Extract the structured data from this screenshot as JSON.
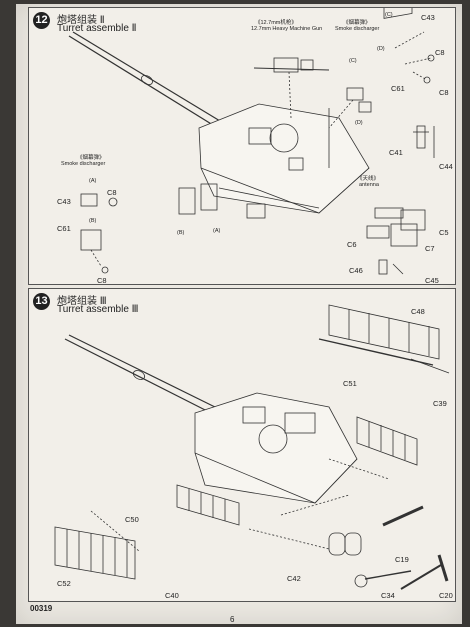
{
  "step12": {
    "number": "12",
    "title_cn": "炮塔组装 Ⅱ",
    "title_en": "Turret assemble Ⅱ",
    "labels": {
      "mg_cn": "《12.7mm机枪》",
      "mg_en": "12.7mm Heavy Machine Gun",
      "sd_right_cn": "《烟幕弹》",
      "sd_right_en": "Smoke discharger",
      "sd_left_cn": "《烟幕弹》",
      "sd_left_en": "Smoke discharger",
      "antenna_cn": "《天线》",
      "antenna_en": "antenna"
    },
    "callouts": {
      "c_top": "(C)",
      "c43_top": "C43",
      "c8_a": "C8",
      "d_mark": "(D)",
      "c61_right": "C61",
      "c8_b": "C8",
      "c_mark": "(C)",
      "d_mark2": "(D)",
      "c41": "C41",
      "c44": "C44",
      "a_left": "(A)",
      "c43_left": "C43",
      "c8_left": "C8",
      "b_left": "(B)",
      "c61_left": "C61",
      "c8_left2": "C8",
      "b_center": "(B)",
      "a_center": "(A)",
      "c5": "C5",
      "c6": "C6",
      "c7": "C7",
      "c46": "C46",
      "c45": "C45"
    }
  },
  "step13": {
    "number": "13",
    "title_cn": "炮塔组装 Ⅲ",
    "title_en": "Turret assemble Ⅲ",
    "callouts": {
      "c48": "C48",
      "c51": "C51",
      "c39": "C39",
      "c50": "C50",
      "c52": "C52",
      "c40": "C40",
      "c42": "C42",
      "c19": "C19",
      "c34": "C34",
      "c20": "C20"
    }
  },
  "footer": {
    "code": "00319",
    "page": "6"
  }
}
